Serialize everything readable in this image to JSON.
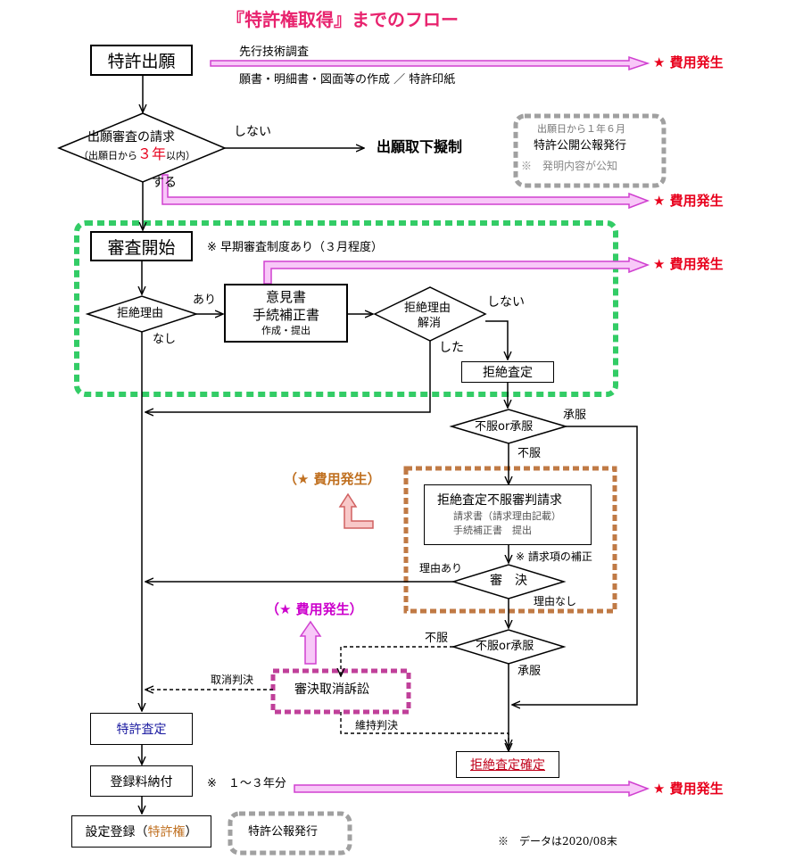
{
  "title": "『特許権取得』までのフロー",
  "cost_label": "★ 費用発生",
  "cost_label_paren": "（★ 費用発生）",
  "nodes": {
    "application": "特許出願",
    "prior_art": "先行技術調査",
    "documents": "願書・明細書・図面等の作成 ／ 特許印紙",
    "exam_request_l1": "出願審査の請求",
    "exam_request_l2a": "（出願日から",
    "exam_request_l2b": "３年",
    "exam_request_l2c": "以内）",
    "no_label": "しない",
    "withdrawn": "出願取下擬制",
    "yes_label": "する",
    "publication_box_l1": "出願日から１年６月",
    "publication_box_l2": "特許公開公報発行",
    "publication_box_l3": "※　発明内容が公知",
    "exam_start": "審査開始",
    "early_exam": "※ 早期審査制度あり（３月程度）",
    "rejection_reason": "拒絶理由",
    "ari": "あり",
    "nashi": "なし",
    "response_l1": "意見書",
    "response_l2": "手続補正書",
    "response_l3": "作成・提出",
    "resolve_l1": "拒絶理由",
    "resolve_l2": "解消",
    "shinai": "しない",
    "shita": "した",
    "final_rejection": "拒絶査定",
    "appeal_or_accept_1": "不服or承服",
    "accept_1": "承服",
    "appeal_1": "不服",
    "appeal_trial_l1": "拒絶査定不服審判請求",
    "appeal_trial_l2": "請求書（請求理由記載）",
    "appeal_trial_l3": "手続補正書　提出",
    "claim_amend": "※ 請求項の補正",
    "reason_yes": "理由あり",
    "trial_decision": "審　決",
    "reason_no": "理由なし",
    "appeal_2": "不服",
    "appeal_or_accept_2": "不服or承服",
    "accept_2": "承服",
    "revoke_judgment": "取消判決",
    "revoke_suit": "審決取消訴訟",
    "maintain_judgment": "維持判決",
    "patent_decision": "特許査定",
    "rejection_final": "拒絶査定確定",
    "fee_payment": "登録料納付",
    "fee_note": "※　１～３年分",
    "registration_a": "設定登録（",
    "registration_b": "特許権",
    "registration_c": "）",
    "gazette": "特許公報発行",
    "data_note": "※　データは2020/08末"
  },
  "colors": {
    "title": "#e8236e",
    "cost": "#e8001c",
    "pink_arrow": "#d040d0",
    "green_dash": "#33cc66",
    "orange_dash": "#c07a45",
    "purple_dash": "#c0409a",
    "gray_dash": "#a0a0a0",
    "blue_text": "#1a1aa0"
  }
}
